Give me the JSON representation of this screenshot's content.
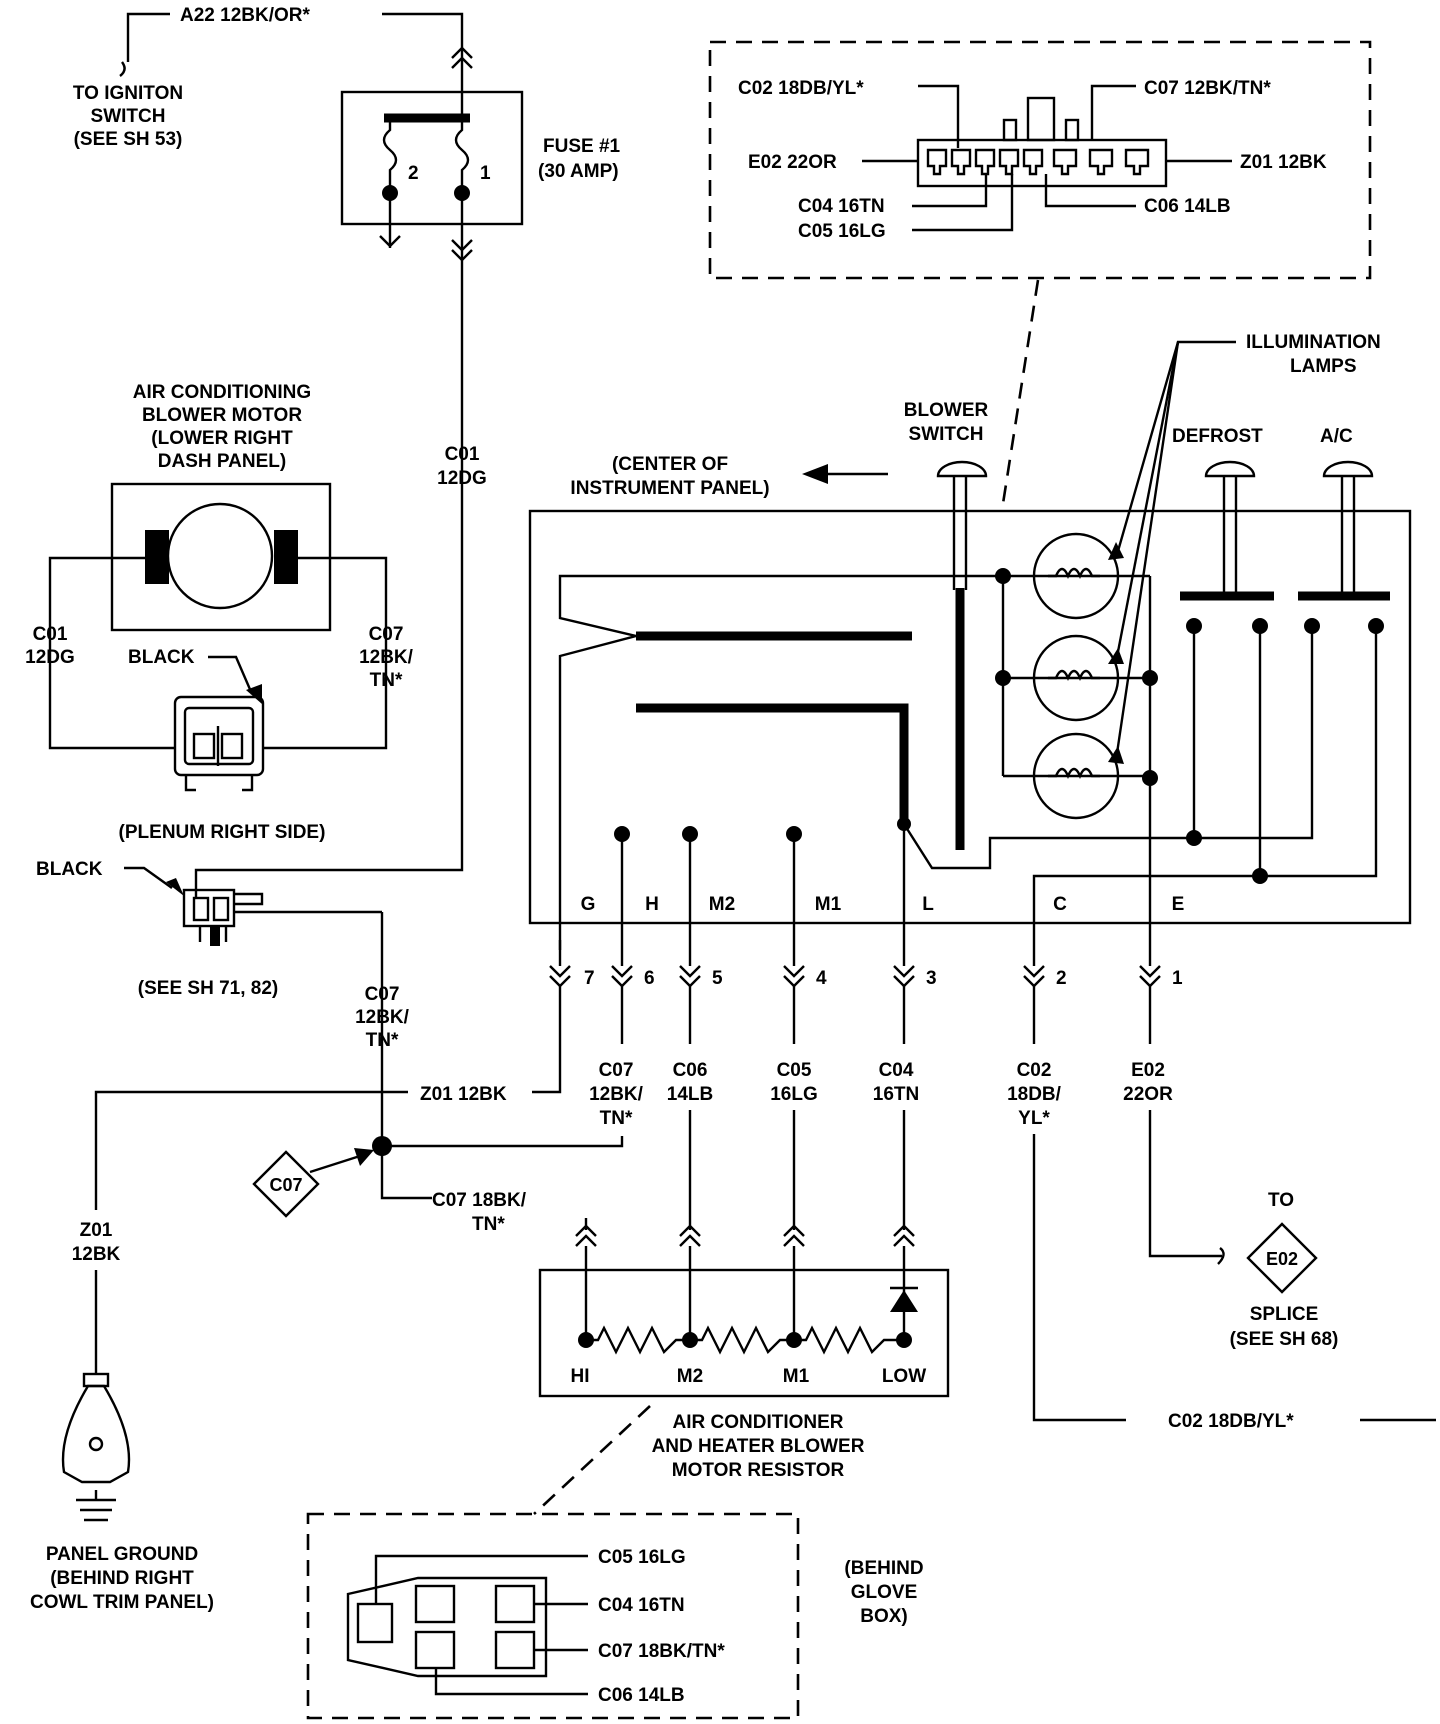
{
  "top": {
    "a22_wire": "A22 12BK/OR*",
    "ignition": [
      "TO IGNITON",
      "SWITCH",
      "(SEE SH 53)"
    ]
  },
  "fuse": {
    "label": [
      "FUSE #1",
      "(30 AMP)"
    ],
    "pin2": "2",
    "pin1": "1"
  },
  "blower_motor": {
    "label": [
      "AIR CONDITIONING",
      "BLOWER MOTOR",
      "(LOWER RIGHT",
      "DASH PANEL)"
    ],
    "left_wire": [
      "C01",
      "12DG"
    ],
    "right_wire": [
      "C07",
      "12BK/",
      "TN*"
    ],
    "connector_color": "BLACK"
  },
  "c01_wire": [
    "C01",
    "12DG"
  ],
  "plenum": {
    "label": "(PLENUM RIGHT SIDE)",
    "connector_color": "BLACK",
    "see": "(SEE SH 71, 82)",
    "wire": [
      "C07",
      "12BK/",
      "TN*"
    ]
  },
  "switch_connector": {
    "c02": "C02 18DB/YL*",
    "c07": "C07 12BK/TN*",
    "e02": "E02 22OR",
    "z01": "Z01 12BK",
    "c04": "C04 16TN",
    "c05": "C05 16LG",
    "c06": "C06 14LB"
  },
  "panel": {
    "center": [
      "(CENTER OF",
      "INSTRUMENT PANEL)"
    ],
    "blower_switch": [
      "BLOWER",
      "SWITCH"
    ],
    "illumination": [
      "ILLUMINATION",
      "LAMPS"
    ],
    "defrost": "DEFROST",
    "ac": "A/C",
    "terminals": [
      "G",
      "H",
      "M2",
      "M1",
      "L",
      "C",
      "E"
    ],
    "cavities": [
      "7",
      "6",
      "5",
      "4",
      "3",
      "2",
      "1"
    ]
  },
  "wires_below": {
    "z01": "Z01 12BK",
    "c07": [
      "C07",
      "12BK/",
      "TN*"
    ],
    "c06": [
      "C06",
      "14LB"
    ],
    "c05": [
      "C05",
      "16LG"
    ],
    "c04": [
      "C04",
      "16TN"
    ],
    "c02": [
      "C02",
      "18DB/",
      "YL*"
    ],
    "e02": [
      "E02",
      "22OR"
    ],
    "c07_18": [
      "C07 18BK/",
      "TN*"
    ]
  },
  "splice_c07": "C07",
  "ground": {
    "wire": [
      "Z01",
      "12BK"
    ],
    "label": [
      "PANEL GROUND",
      "(BEHIND RIGHT",
      "COWL TRIM PANEL)"
    ]
  },
  "resistor": {
    "taps": [
      "HI",
      "M2",
      "M1",
      "LOW"
    ],
    "label": [
      "AIR CONDITIONER",
      "AND HEATER BLOWER",
      "MOTOR RESISTOR"
    ]
  },
  "splice_e02": {
    "to": "TO",
    "id": "E02",
    "label": [
      "SPLICE",
      "(SEE SH 68)"
    ]
  },
  "c02_bottom": "C02 18DB/YL*",
  "resistor_connector": {
    "c05": "C05 16LG",
    "c04": "C04 16TN",
    "c07": "C07 18BK/TN*",
    "c06": "C06 14LB",
    "location": [
      "(BEHIND",
      "GLOVE",
      "BOX)"
    ]
  }
}
